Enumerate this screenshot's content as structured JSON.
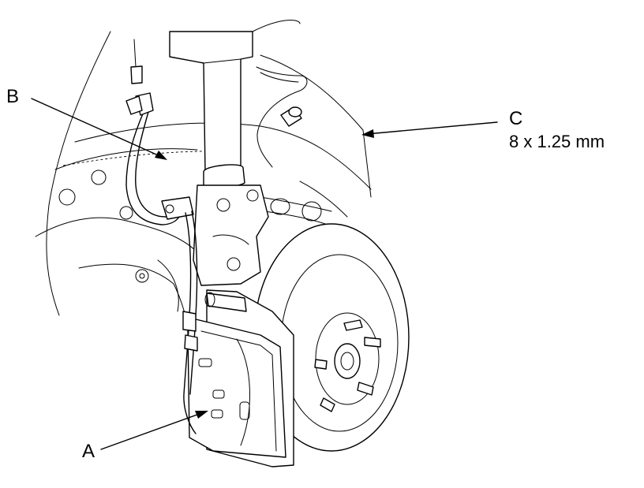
{
  "callouts": {
    "a": {
      "letter": "A"
    },
    "b": {
      "letter": "B"
    },
    "c": {
      "letter": "C",
      "spec": "8 x 1.25 mm"
    }
  }
}
